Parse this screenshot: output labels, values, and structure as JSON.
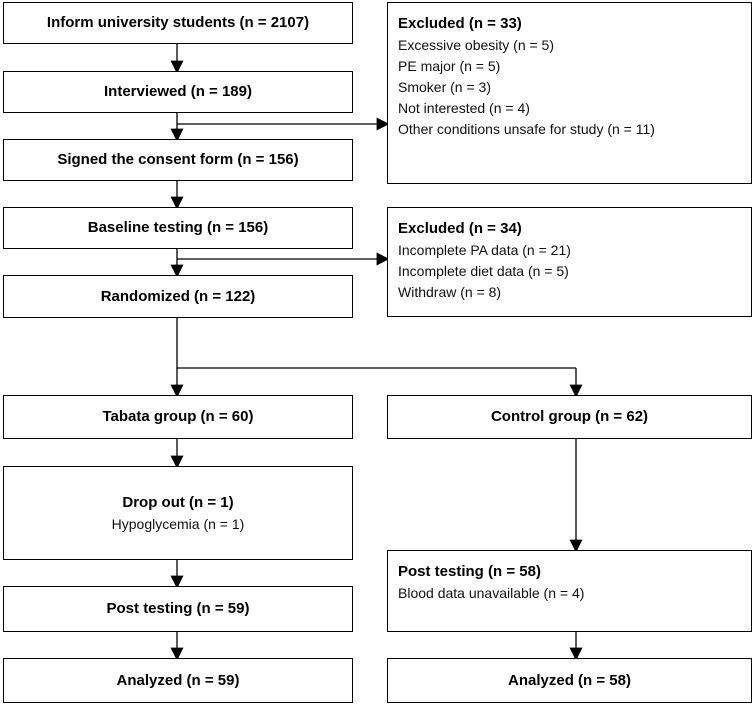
{
  "flowchart": {
    "inform": {
      "title": "Inform university students (n = 2107)"
    },
    "interviewed": {
      "title": "Interviewed (n = 189)"
    },
    "consent": {
      "title": "Signed the consent form (n = 156)"
    },
    "excluded1": {
      "title": "Excluded (n = 33)",
      "lines": [
        "Excessive obesity (n = 5)",
        "PE major (n = 5)",
        "Smoker (n = 3)",
        "Not interested (n = 4)",
        "Other conditions unsafe for study (n = 11)"
      ]
    },
    "baseline": {
      "title": "Baseline testing (n = 156)"
    },
    "excluded2": {
      "title": "Excluded (n = 34)",
      "lines": [
        "Incomplete PA data (n = 21)",
        "Incomplete diet data (n = 5)",
        "Withdraw (n = 8)"
      ]
    },
    "randomized": {
      "title": "Randomized (n = 122)"
    },
    "tabata": {
      "title": "Tabata group (n = 60)"
    },
    "control": {
      "title": "Control group (n = 62)"
    },
    "dropout": {
      "title": "Drop out (n = 1)",
      "lines": [
        "Hypoglycemia (n = 1)"
      ]
    },
    "post_left": {
      "title": "Post testing (n = 59)"
    },
    "post_right": {
      "title": "Post testing (n = 58)",
      "lines": [
        "Blood data unavailable (n = 4)"
      ]
    },
    "analyzed_left": {
      "title": "Analyzed (n = 59)"
    },
    "analyzed_right": {
      "title": "Analyzed (n = 58)"
    }
  }
}
